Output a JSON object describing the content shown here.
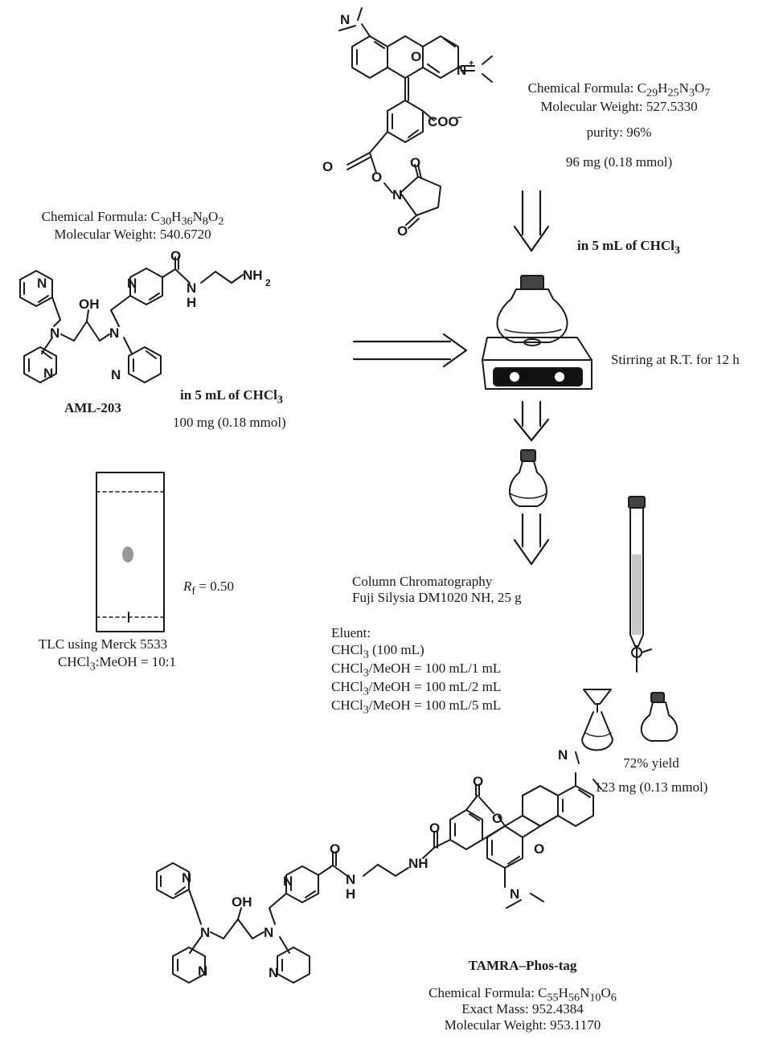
{
  "tamra_se": {
    "formula_label": "Chemical Formula: ",
    "formula_parts": [
      "C",
      "29",
      "H",
      "25",
      "N",
      "3",
      "O",
      "7"
    ],
    "mw": "Molecular Weight: 527.5330",
    "purity": "purity: 96%",
    "amount": "96 mg (0.18 mmol)"
  },
  "solvent_top": {
    "text": "in 5 mL of CHCl",
    "sub": "3"
  },
  "aml": {
    "formula_label": "Chemical Formula: ",
    "formula_parts": [
      "C",
      "30",
      "H",
      "36",
      "N",
      "8",
      "O",
      "2"
    ],
    "mw": "Molecular Weight: 540.6720",
    "name": "AML-203",
    "solvent": "in 5 mL of CHCl",
    "solvent_sub": "3",
    "amount": "100 mg (0.18 mmol)"
  },
  "stirring": "Stirring at R.T. for 12 h",
  "tlc": {
    "rf_symbol": "R",
    "rf_sub": "f",
    "rf_value": " = 0.50",
    "caption1": "TLC using Merck 5533",
    "caption2_a": "CHCl",
    "caption2_sub": "3",
    "caption2_b": ":MeOH = 10:1"
  },
  "column": {
    "line1": "Column Chromatography",
    "line2": "Fuji Silysia DM1020 NH, 25 g",
    "eluent_label": "Eluent:",
    "eluents": [
      {
        "a": "CHCl",
        "sub": "3",
        "b": " (100 mL)"
      },
      {
        "a": "CHCl",
        "sub": "3",
        "b": "/MeOH = 100 mL/1 mL"
      },
      {
        "a": "CHCl",
        "sub": "3",
        "b": "/MeOH = 100 mL/2 mL"
      },
      {
        "a": "CHCl",
        "sub": "3",
        "b": "/MeOH = 100 mL/5 mL"
      }
    ]
  },
  "result": {
    "yield": "72% yield",
    "amount": "123 mg (0.13 mmol)"
  },
  "product": {
    "name": "TAMRA–Phos-tag",
    "formula_label": "Chemical Formula: ",
    "formula_parts": [
      "C",
      "55",
      "H",
      "56",
      "N",
      "10",
      "O",
      "6"
    ],
    "exact_mass": "Exact Mass: 952.4384",
    "mw": "Molecular Weight: 953.1170"
  },
  "atoms": {
    "N": "N",
    "O": "O",
    "OH": "OH",
    "NH2": "NH",
    "NH2_sub": "2",
    "H": "H",
    "NH": "NH",
    "COO": "COO",
    "minus": "−",
    "plus": "+"
  }
}
